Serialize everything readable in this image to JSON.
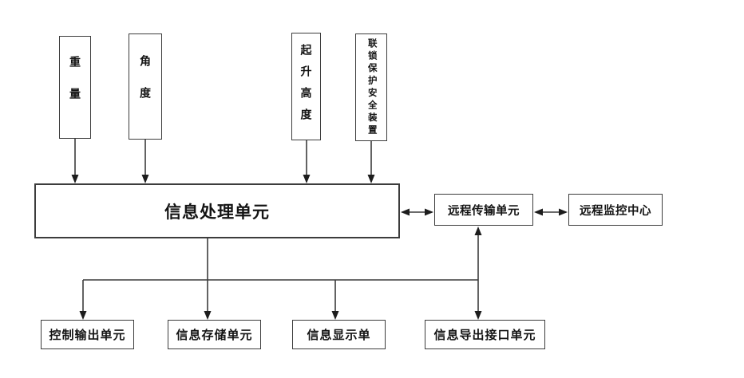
{
  "diagram": {
    "title": "crane-safety-monitoring-system-block-diagram",
    "inputs": [
      {
        "id": "weight",
        "label": "重量"
      },
      {
        "id": "angle",
        "label": "角度"
      },
      {
        "id": "hoist-height",
        "label": "起升高度"
      },
      {
        "id": "interlock-protection",
        "label": "联锁保护安全装置"
      }
    ],
    "processor": {
      "label": "信息处理单元"
    },
    "remote": {
      "transmission": {
        "label": "远程传输单元"
      },
      "monitoring": {
        "label": "远程监控中心"
      }
    },
    "outputs": [
      {
        "id": "control-output",
        "label": "控制输出单元"
      },
      {
        "id": "info-storage",
        "label": "信息存储单元"
      },
      {
        "id": "info-display",
        "label": "信息显示单"
      },
      {
        "id": "info-export-interface",
        "label": "信息导出接口单元"
      }
    ],
    "colors": {
      "background": "#ffffff",
      "line": "#3c3c3c",
      "text": "#141414"
    }
  }
}
